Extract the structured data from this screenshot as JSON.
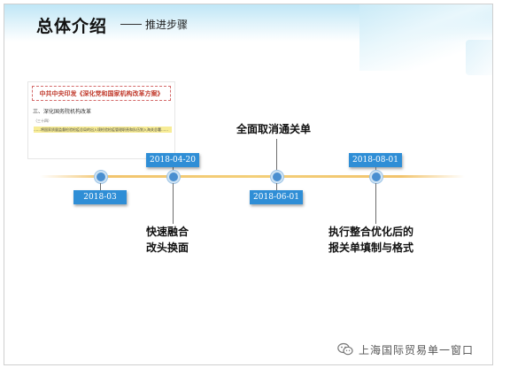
{
  "header": {
    "title": "总体介绍",
    "subtitle": "推进步骤"
  },
  "document": {
    "title": "中共中央印发《深化党和国家机构改革方案》",
    "section": "三、深化国务院机构改革",
    "line1": "（三十四）",
    "highlight": "……将国家质量监督检验检疫总局的出入境检验检疫管理职责和队伍划入海关总署……"
  },
  "timeline": {
    "dates": [
      "2018-03",
      "2018-04-20",
      "2018-06-01",
      "2018-08-01"
    ],
    "events": {
      "e1_line1": "快速融合",
      "e1_line2": "改头换面",
      "e2": "全面取消通关单",
      "e3_line1": "执行整合优化后的",
      "e3_line2": "报关单填制与格式"
    }
  },
  "watermark": {
    "text": "上海国际贸易单一窗口",
    "icon": "wechat-icon"
  },
  "colors": {
    "accent": "#2f8ed6",
    "node": "#4a8fd0",
    "timeline": "#f3cf79"
  }
}
